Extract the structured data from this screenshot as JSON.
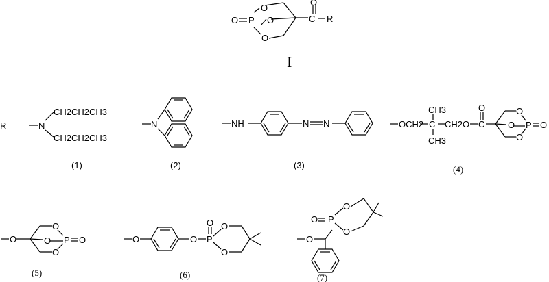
{
  "main_structure": {
    "roman_label": "I",
    "atoms": {
      "O1": "O",
      "O2": "O",
      "P": "P",
      "O3": "O",
      "Oeq": "O",
      "C": "C",
      "Ocarb": "O",
      "R": "R"
    }
  },
  "r_prefix": "R=",
  "compounds": [
    {
      "label": "(1)",
      "atoms": {
        "N": "N",
        "CH2CH2CH3_top": "CH2CH2CH3",
        "CH2CH2CH3_bot": "CH2CH2CH3"
      }
    },
    {
      "label": "(2)",
      "atoms": {
        "N": "N"
      }
    },
    {
      "label": "(3)",
      "atoms": {
        "NH": "NH",
        "N1": "N",
        "N2": "N"
      }
    },
    {
      "label": "(4)",
      "atoms": {
        "OCH2": "OCH2",
        "C": "C",
        "CH3_top": "CH3",
        "CH3_bot": "CH3",
        "CH2O": "CH2O",
        "Cest": "C",
        "Ocarb": "O",
        "O_a": "O",
        "O_b": "O",
        "P": "P",
        "Oeq": "O"
      }
    },
    {
      "label": "(5)",
      "atoms": {
        "O": "O",
        "O_a": "O",
        "O_b": "O",
        "P": "P",
        "Oeq": "O"
      }
    },
    {
      "label": "(6)",
      "atoms": {
        "O1": "O",
        "O2": "O",
        "P": "P",
        "Oeq": "O",
        "O_a": "O",
        "O_b": "O"
      }
    },
    {
      "label": "(7)",
      "atoms": {
        "O": "O",
        "P": "P",
        "Oeq": "O",
        "O_a": "O",
        "O_b": "O"
      }
    }
  ]
}
